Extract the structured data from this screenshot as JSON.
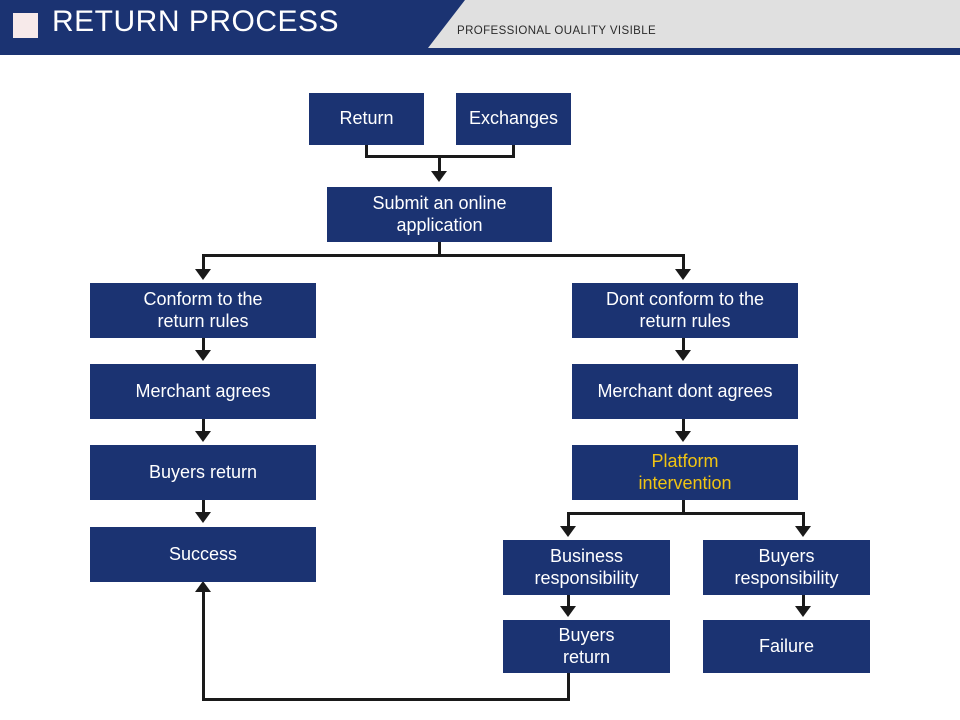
{
  "header": {
    "title": "RETURN PROCESS",
    "subtitle": "PROFESSIONAL OUALITY VISIBLE",
    "logo_icon": "square-logo-icon",
    "bar_color": "#1b3372",
    "panel_color": "#e0e0e0"
  },
  "theme": {
    "node_fill": "#1b3372",
    "node_text": "#ffffff",
    "accent_text": "#f0c413",
    "connector": "#1a1a1a",
    "background": "#ffffff"
  },
  "diagram": {
    "title": "Return Process Flowchart",
    "type": "flowchart",
    "nodes": [
      {
        "id": "return",
        "label": "Return"
      },
      {
        "id": "exchanges",
        "label": "Exchanges"
      },
      {
        "id": "submit",
        "label": "Submit an online\napplication"
      },
      {
        "id": "conform",
        "label": "Conform to the\nreturn rules"
      },
      {
        "id": "dont-conform",
        "label": "Dont conform to the\nreturn rules"
      },
      {
        "id": "merchant-agrees",
        "label": "Merchant agrees"
      },
      {
        "id": "merchant-dont-agrees",
        "label": "Merchant dont agrees"
      },
      {
        "id": "buyers-return-left",
        "label": "Buyers return"
      },
      {
        "id": "platform",
        "label": "Platform\nintervention",
        "accent": true
      },
      {
        "id": "success",
        "label": "Success"
      },
      {
        "id": "business-resp",
        "label": "Business\nresponsibility"
      },
      {
        "id": "buyers-resp",
        "label": "Buyers\nresponsibility"
      },
      {
        "id": "buyers-return-right",
        "label": "Buyers\nreturn"
      },
      {
        "id": "failure",
        "label": "Failure"
      }
    ],
    "edges": [
      {
        "from": "return",
        "to": "submit"
      },
      {
        "from": "exchanges",
        "to": "submit"
      },
      {
        "from": "submit",
        "to": "conform"
      },
      {
        "from": "submit",
        "to": "dont-conform"
      },
      {
        "from": "conform",
        "to": "merchant-agrees"
      },
      {
        "from": "merchant-agrees",
        "to": "buyers-return-left"
      },
      {
        "from": "buyers-return-left",
        "to": "success"
      },
      {
        "from": "dont-conform",
        "to": "merchant-dont-agrees"
      },
      {
        "from": "merchant-dont-agrees",
        "to": "platform"
      },
      {
        "from": "platform",
        "to": "business-resp"
      },
      {
        "from": "platform",
        "to": "buyers-resp"
      },
      {
        "from": "business-resp",
        "to": "buyers-return-right"
      },
      {
        "from": "buyers-resp",
        "to": "failure"
      },
      {
        "from": "buyers-return-right",
        "to": "success"
      }
    ]
  }
}
